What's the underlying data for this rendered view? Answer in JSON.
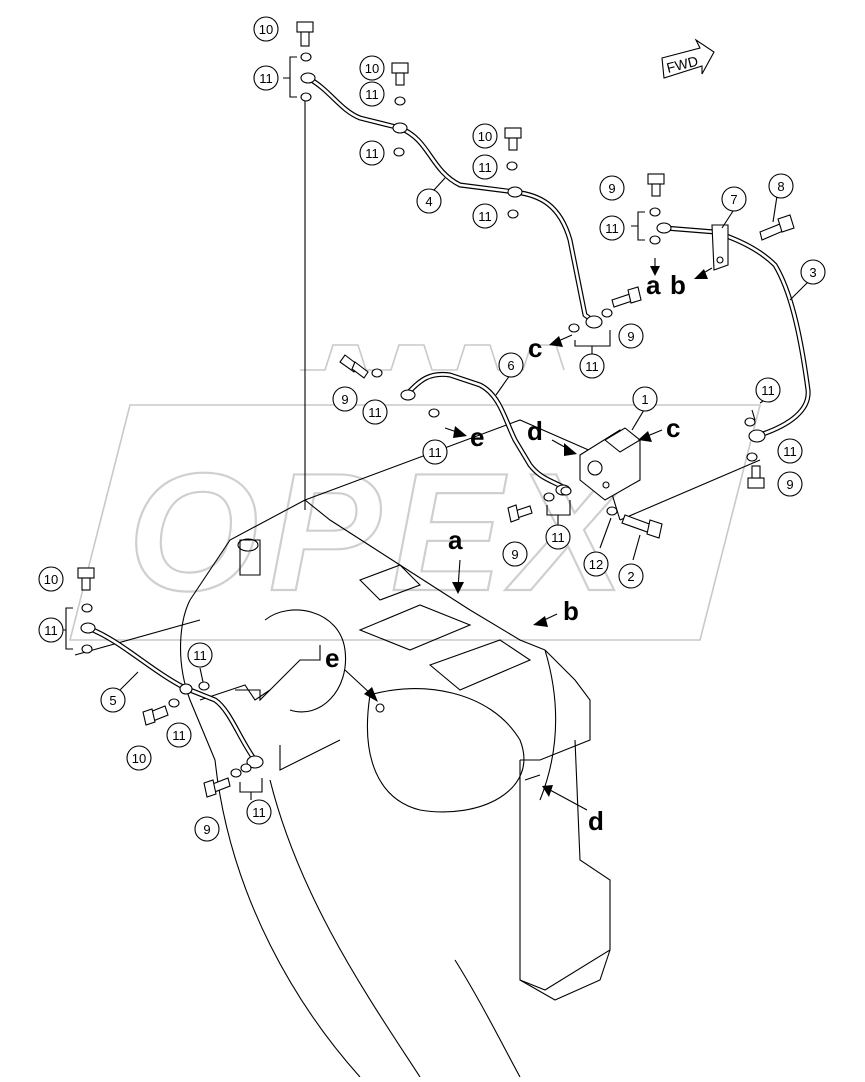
{
  "watermark": "OPEX",
  "direction_tag": "FWD",
  "callouts": [
    "1",
    "2",
    "3",
    "4",
    "5",
    "6",
    "7",
    "8",
    "9",
    "10",
    "11",
    "12"
  ],
  "reference_letters": [
    "a",
    "b",
    "c",
    "d",
    "e"
  ]
}
